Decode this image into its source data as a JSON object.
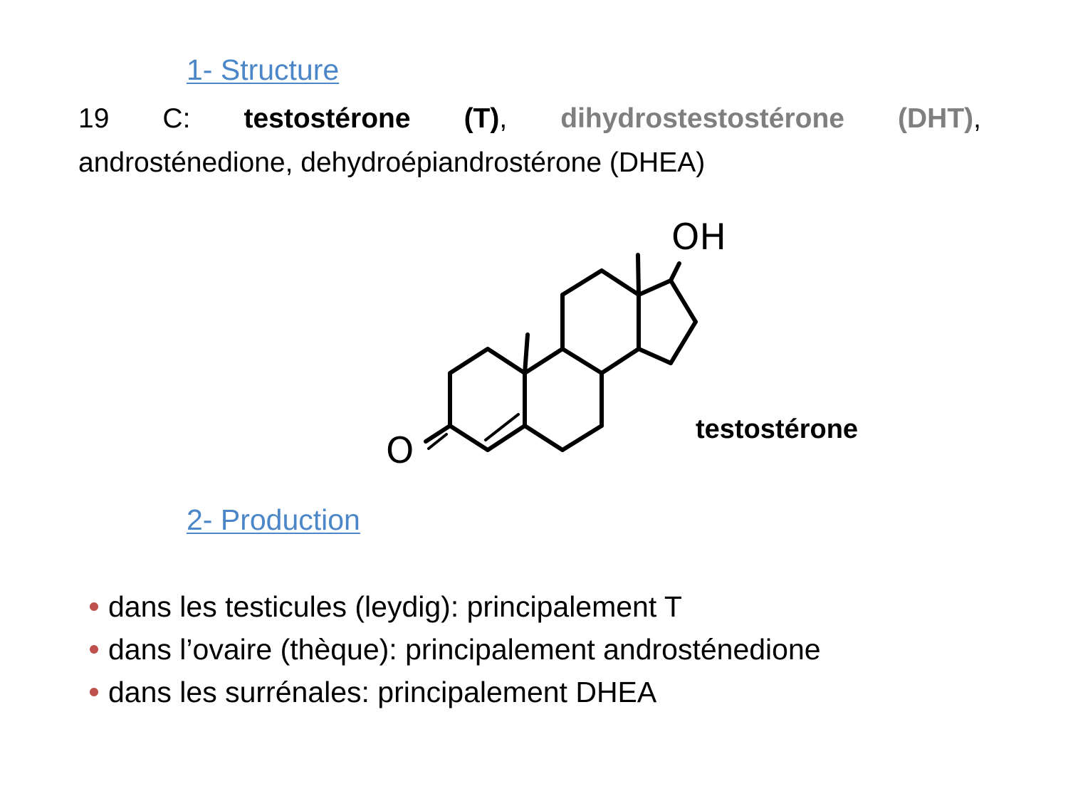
{
  "section1": {
    "title": "1- Structure"
  },
  "intro": {
    "prefix": "19 C: ",
    "t_name": "testostérone (T)",
    "sep1": ", ",
    "dht_name": "dihydrostestostérone (DHT)",
    "sep2": ",",
    "rest": "androsténedione, dehydroépiandrostérone (DHEA)"
  },
  "molecule": {
    "hydroxyl_label": "OH",
    "ketone_label": "O",
    "name": "testostérone"
  },
  "section2": {
    "title": "2- Production"
  },
  "bullets": [
    "dans les testicules (leydig): principalement T",
    "dans l’ovaire (thèque): principalement androsténedione",
    "dans les surrénales: principalement DHEA"
  ],
  "colors": {
    "heading": "#4a86c8",
    "bullet": "#c0504d",
    "dht": "#7f7f7f"
  }
}
